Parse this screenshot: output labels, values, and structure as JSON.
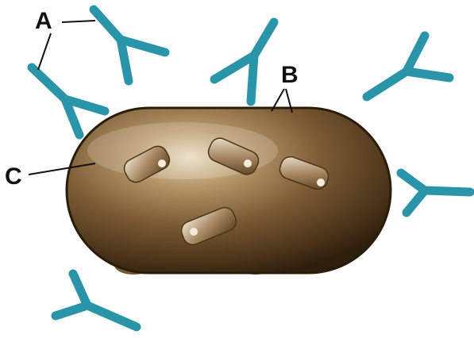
{
  "labels": {
    "a": "A",
    "b": "B",
    "c": "C"
  },
  "colors": {
    "antibody": "#2a95a8",
    "antibody_dark": "#1e7a8b",
    "cell_body": "#7a5a34",
    "cell_highlight": "#d8c7a5",
    "cell_shadow": "#3c2a14",
    "inclusion": "#c7b89a",
    "leader_line": "#111111"
  },
  "icons": {
    "antibody": "y-shaped-antibody-icon",
    "bacterium": "rod-shaped-bacterium-icon"
  }
}
